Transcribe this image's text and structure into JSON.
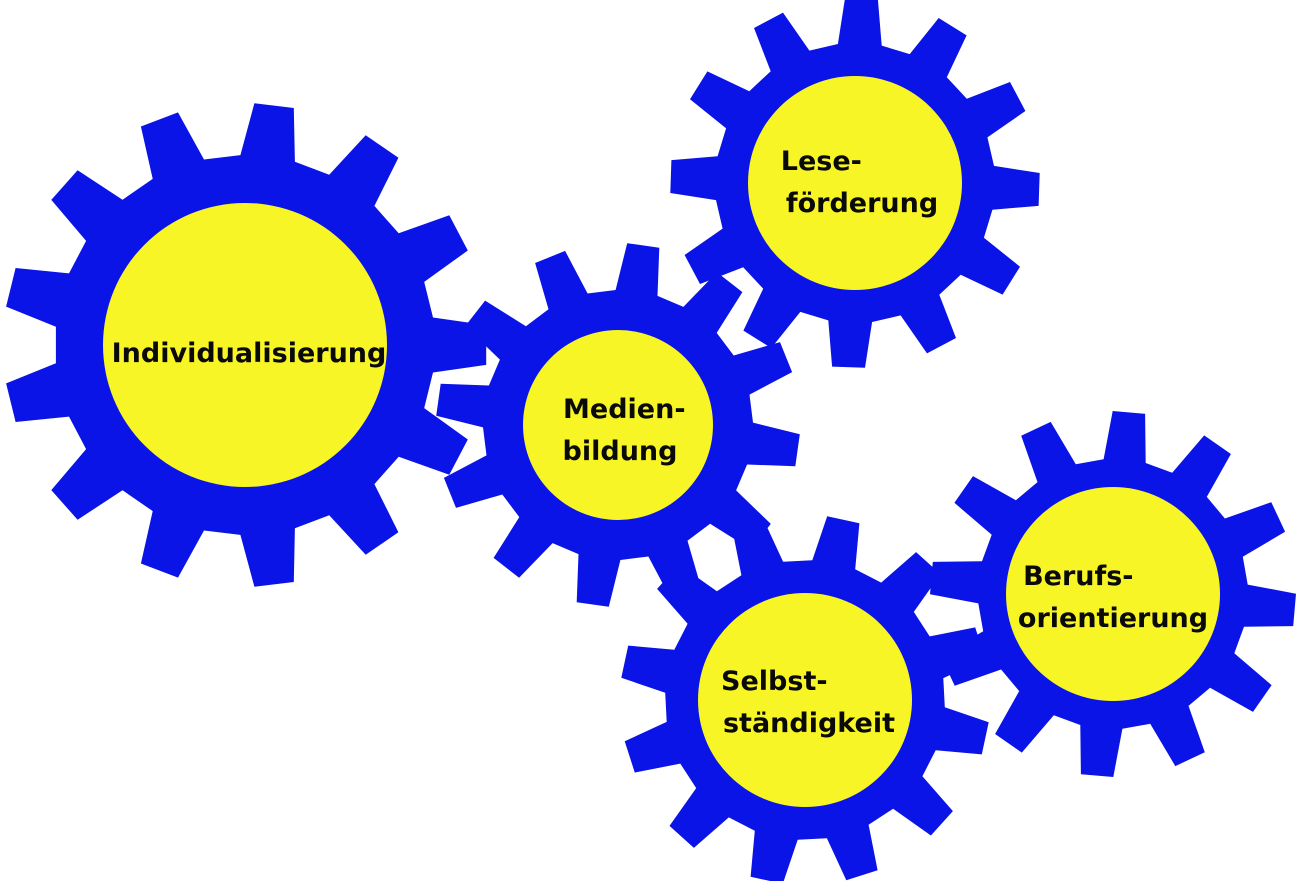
{
  "colors": {
    "gear": "#0a14e6",
    "hub": "#f7f526",
    "text": "#0a0a0a",
    "background": "#ffffff"
  },
  "gears": [
    {
      "id": "individualisierung",
      "lines": [
        "Individualisierung"
      ]
    },
    {
      "id": "medienbildung",
      "lines": [
        "Medien-",
        "bildung"
      ]
    },
    {
      "id": "lesefoerderung",
      "lines": [
        "Lese-",
        "förderung"
      ]
    },
    {
      "id": "selbststaendigkeit",
      "lines": [
        "Selbst-",
        "ständigkeit"
      ]
    },
    {
      "id": "berufsorientierung",
      "lines": [
        "Berufs-",
        "orientierung"
      ]
    }
  ]
}
